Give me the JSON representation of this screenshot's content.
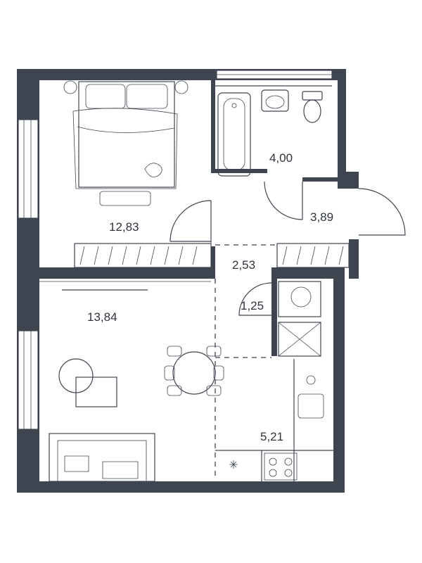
{
  "rooms": [
    {
      "id": "bedroom",
      "area": "12,83"
    },
    {
      "id": "bathroom",
      "area": "4,00"
    },
    {
      "id": "entry",
      "area": "3,89"
    },
    {
      "id": "hall",
      "area": "2,53"
    },
    {
      "id": "utility",
      "area": "1,25"
    },
    {
      "id": "living",
      "area": "13,84"
    },
    {
      "id": "kitchen",
      "area": "5,21"
    }
  ],
  "colors": {
    "wall": "#3f4550",
    "background": "#ffffff",
    "text": "#2f343c"
  },
  "icons": [
    "bed-icon",
    "dog-icon",
    "bathtub-icon",
    "sink-icon",
    "toilet-icon",
    "washing-machine-icon",
    "sofa-icon",
    "dining-table-icon",
    "armchair-icon",
    "stove-icon",
    "kitchen-sink-icon",
    "plant-icon",
    "wardrobe-icon",
    "tv-icon"
  ]
}
